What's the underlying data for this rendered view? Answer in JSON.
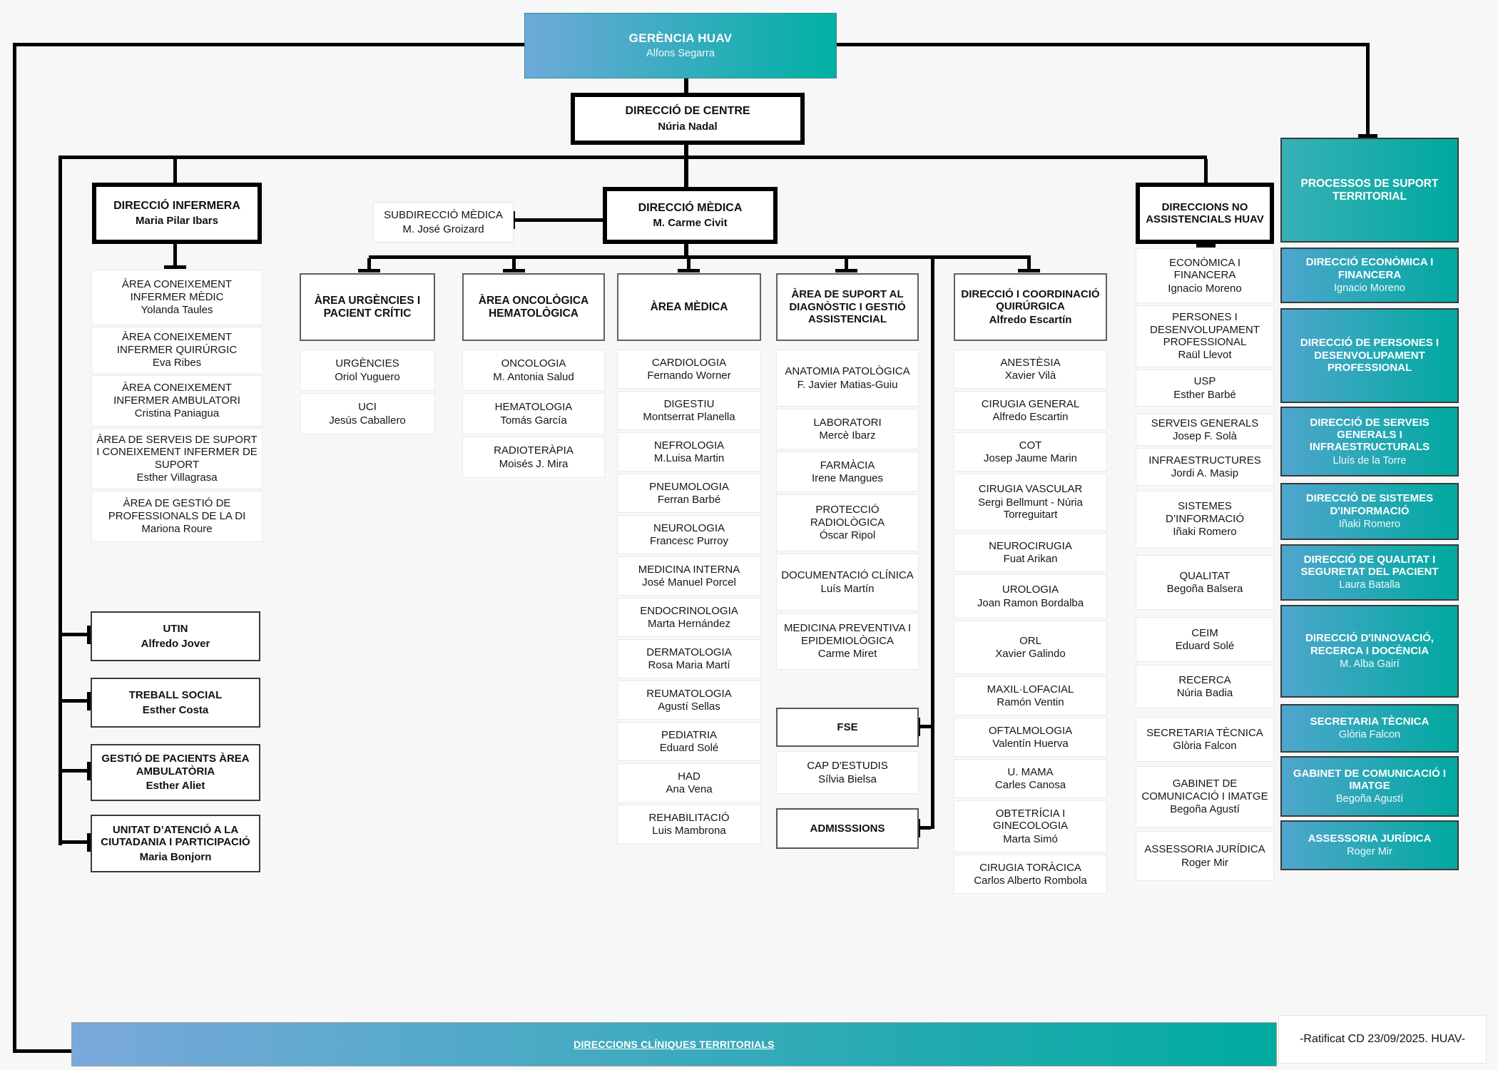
{
  "colors": {
    "gradient_left": "#6fa9da",
    "gradient_right": "#00b0a4",
    "teal_left": "#4fa6cd",
    "teal_right": "#00a99f",
    "line": "#000000"
  },
  "gerencia": {
    "t": "GERÈNCIA HUAV",
    "n": "Alfons Segarra"
  },
  "centre": {
    "t": "DIRECCIÓ DE CENTRE",
    "n": "Núria Nadal"
  },
  "subdireccio_medica": {
    "t": "SUBDIRECCIÓ MÈDICA",
    "n": "M. José Groizard"
  },
  "direccio_medica": {
    "t": "DIRECCIÓ MÈDICA",
    "n": "M. Carme Civit"
  },
  "infermera": {
    "t": "DIRECCIÓ INFERMERA",
    "n": "Maria Pilar Ibars",
    "items": [
      {
        "t": "ÀREA CONEIXEMENT INFERMER MÈDIC",
        "n": "Yolanda Taules"
      },
      {
        "t": "ÀREA CONEIXEMENT INFERMER QUIRÚRGIC",
        "n": "Eva Ribes"
      },
      {
        "t": "ÀREA CONEIXEMENT INFERMER AMBULATORI",
        "n": "Cristina Paniagua"
      },
      {
        "t": "ÀREA DE SERVEIS DE SUPORT I CONEIXEMENT INFERMER DE SUPORT",
        "n": "Esther Villagrasa"
      },
      {
        "t": "ÀREA DE GESTIÓ DE PROFESSIONALS DE LA DI",
        "n": "Mariona Roure"
      }
    ]
  },
  "left_units": [
    {
      "t": "UTIN",
      "n": "Alfredo Jover"
    },
    {
      "t": "TREBALL SOCIAL",
      "n": "Esther Costa"
    },
    {
      "t": "GESTIÓ DE PACIENTS ÀREA AMBULATÒRIA",
      "n": "Esther Aliet"
    },
    {
      "t": "UNITAT D’ATENCIÓ A LA CIUTADANIA I PARTICIPACIÓ",
      "n": "Maria Bonjorn"
    }
  ],
  "urgencies": {
    "header": "ÀREA URGÈNCIES I PACIENT CRÍTIC",
    "items": [
      {
        "t": "URGÈNCIES",
        "n": "Oriol Yuguero"
      },
      {
        "t": "UCI",
        "n": "Jesús Caballero"
      }
    ]
  },
  "oncologica": {
    "header": "ÀREA ONCOLÒGICA HEMATOLÒGICA",
    "items": [
      {
        "t": "ONCOLOGIA",
        "n": "M. Antonia Salud"
      },
      {
        "t": "HEMATOLOGIA",
        "n": "Tomás García"
      },
      {
        "t": "RADIOTERÀPIA",
        "n": "Moisés J. Mira"
      }
    ]
  },
  "area_medica": {
    "header": "ÀREA MÈDICA",
    "items": [
      {
        "t": "CARDIOLOGIA",
        "n": "Fernando Worner"
      },
      {
        "t": "DIGESTIU",
        "n": "Montserrat Planella"
      },
      {
        "t": "NEFROLOGIA",
        "n": "M.Luisa Martin"
      },
      {
        "t": "PNEUMOLOGIA",
        "n": "Ferran Barbé"
      },
      {
        "t": "NEUROLOGIA",
        "n": "Francesc Purroy"
      },
      {
        "t": "MEDICINA INTERNA",
        "n": "José Manuel Porcel"
      },
      {
        "t": "ENDOCRINOLOGIA",
        "n": "Marta Hernández"
      },
      {
        "t": "DERMATOLOGIA",
        "n": "Rosa Maria Martí"
      },
      {
        "t": "REUMATOLOGIA",
        "n": "Agustí Sellas"
      },
      {
        "t": "PEDIATRIA",
        "n": "Eduard Solé"
      },
      {
        "t": "HAD",
        "n": "Ana Vena"
      },
      {
        "t": "REHABILITACIÓ",
        "n": "Luis Mambrona"
      }
    ]
  },
  "suport": {
    "header": "ÀREA DE SUPORT AL DIAGNÒSTIC I GESTIÓ ASSISTENCIAL",
    "items": [
      {
        "t": "ANATOMIA PATOLÒGICA",
        "n": "F. Javier Matias-Guiu"
      },
      {
        "t": "LABORATORI",
        "n": "Mercè Ibarz"
      },
      {
        "t": "FARMÀCIA",
        "n": "Irene Mangues"
      },
      {
        "t": "PROTECCIÓ RADIOLÒGICA",
        "n": "Óscar Ripol"
      },
      {
        "t": "DOCUMENTACIÓ CLÍNICA",
        "n": "Luís Martín"
      },
      {
        "t": "MEDICINA PREVENTIVA I EPIDEMIOLÒGICA",
        "n": "Carme Miret"
      }
    ]
  },
  "fse": {
    "t": "FSE"
  },
  "cap_estudis": {
    "t": "CAP D'ESTUDIS",
    "n": "Sílvia Bielsa"
  },
  "admissions": {
    "t": "ADMISSSIONS"
  },
  "quirurgica": {
    "header": "DIRECCIÓ I COORDINACIÓ QUIRÚRGICA",
    "n": "Alfredo Escartín",
    "items": [
      {
        "t": "ANESTÈSIA",
        "n": "Xavier Vilà"
      },
      {
        "t": "CIRUGIA GENERAL",
        "n": "Alfredo Escartin"
      },
      {
        "t": "COT",
        "n": "Josep Jaume Marin"
      },
      {
        "t": "CIRUGIA VASCULAR",
        "n": "Sergi Bellmunt - Núria Torreguitart"
      },
      {
        "t": "NEUROCIRUGIA",
        "n": "Fuat Arikan"
      },
      {
        "t": "UROLOGIA",
        "n": "Joan Ramon Bordalba"
      },
      {
        "t": "ORL",
        "n": "Xavier Galindo"
      },
      {
        "t": "MAXIL·LOFACIAL",
        "n": "Ramón Ventin"
      },
      {
        "t": "OFTALMOLOGIA",
        "n": "Valentín Huerva"
      },
      {
        "t": "U. MAMA",
        "n": "Carles Canosa"
      },
      {
        "t": "OBTETRÍCIA I GINECOLOGIA",
        "n": "Marta Simó"
      },
      {
        "t": "CIRUGIA TORÀCICA",
        "n": "Carlos Alberto Rombola"
      }
    ]
  },
  "no_assistencials": {
    "header": "DIRECCIONS NO ASSISTENCIALS HUAV",
    "items": [
      {
        "t": "ECONÒMICA I FINANCERA",
        "n": "Ignacio Moreno"
      },
      {
        "t": "PERSONES I DESENVOLUPAMENT PROFESSIONAL",
        "n": "Raül Llevot"
      },
      {
        "t": "USP",
        "n": "Esther Barbé"
      },
      {
        "t": "SERVEIS GENERALS",
        "n": "Josep F. Solà"
      },
      {
        "t": "INFRAESTRUCTURES",
        "n": "Jordi A. Masip"
      },
      {
        "t": "SISTEMES D’INFORMACIÓ",
        "n": "Iñaki Romero"
      },
      {
        "t": "QUALITAT",
        "n": "Begoña Balsera"
      },
      {
        "t": "CEIM",
        "n": "Eduard Solé"
      },
      {
        "t": "RECERCA",
        "n": "Núria Badia"
      },
      {
        "t": "SECRETARIA TÈCNICA",
        "n": "Glòria Falcon"
      },
      {
        "t": "GABINET DE COMUNICACIÓ I IMATGE",
        "n": "Begoña Agustí"
      },
      {
        "t": "ASSESSORIA JURÍDICA",
        "n": "Roger Mir"
      }
    ]
  },
  "processos": {
    "header": "PROCESSOS DE SUPORT TERRITORIAL",
    "items": [
      {
        "t": "DIRECCIÓ ECONÒMICA I FINANCERA",
        "n": "Ignacio Moreno"
      },
      {
        "t": "DIRECCIÓ DE PERSONES I DESENVOLUPAMENT PROFESSIONAL"
      },
      {
        "t": "DIRECCIÓ DE SERVEIS GENERALS I INFRAESTRUCTURALS",
        "n": "Lluís de la Torre"
      },
      {
        "t": "DIRECCIÓ DE SISTEMES D'INFORMACIÓ",
        "n": "Iñaki Romero"
      },
      {
        "t": "DIRECCIÓ DE QUALITAT I SEGURETAT DEL PACIENT",
        "n": "Laura Batalla"
      },
      {
        "t": "DIRECCIÓ D'INNOVACIÓ, RECERCA I DOCÈNCIA",
        "n": "M. Alba Gairí"
      },
      {
        "t": "SECRETARIA TÈCNICA",
        "n": "Glòria Falcon"
      },
      {
        "t": "GABINET DE COMUNICACIÓ I IMATGE",
        "n": "Begoña Agustí"
      },
      {
        "t": "ASSESSORIA JURÍDICA",
        "n": "Roger Mir"
      }
    ]
  },
  "bottom": {
    "bar": "DIRECCIONS CLÍNIQUES TERRITORIALS",
    "note": "-Ratificat CD 23/09/2025. HUAV-"
  }
}
